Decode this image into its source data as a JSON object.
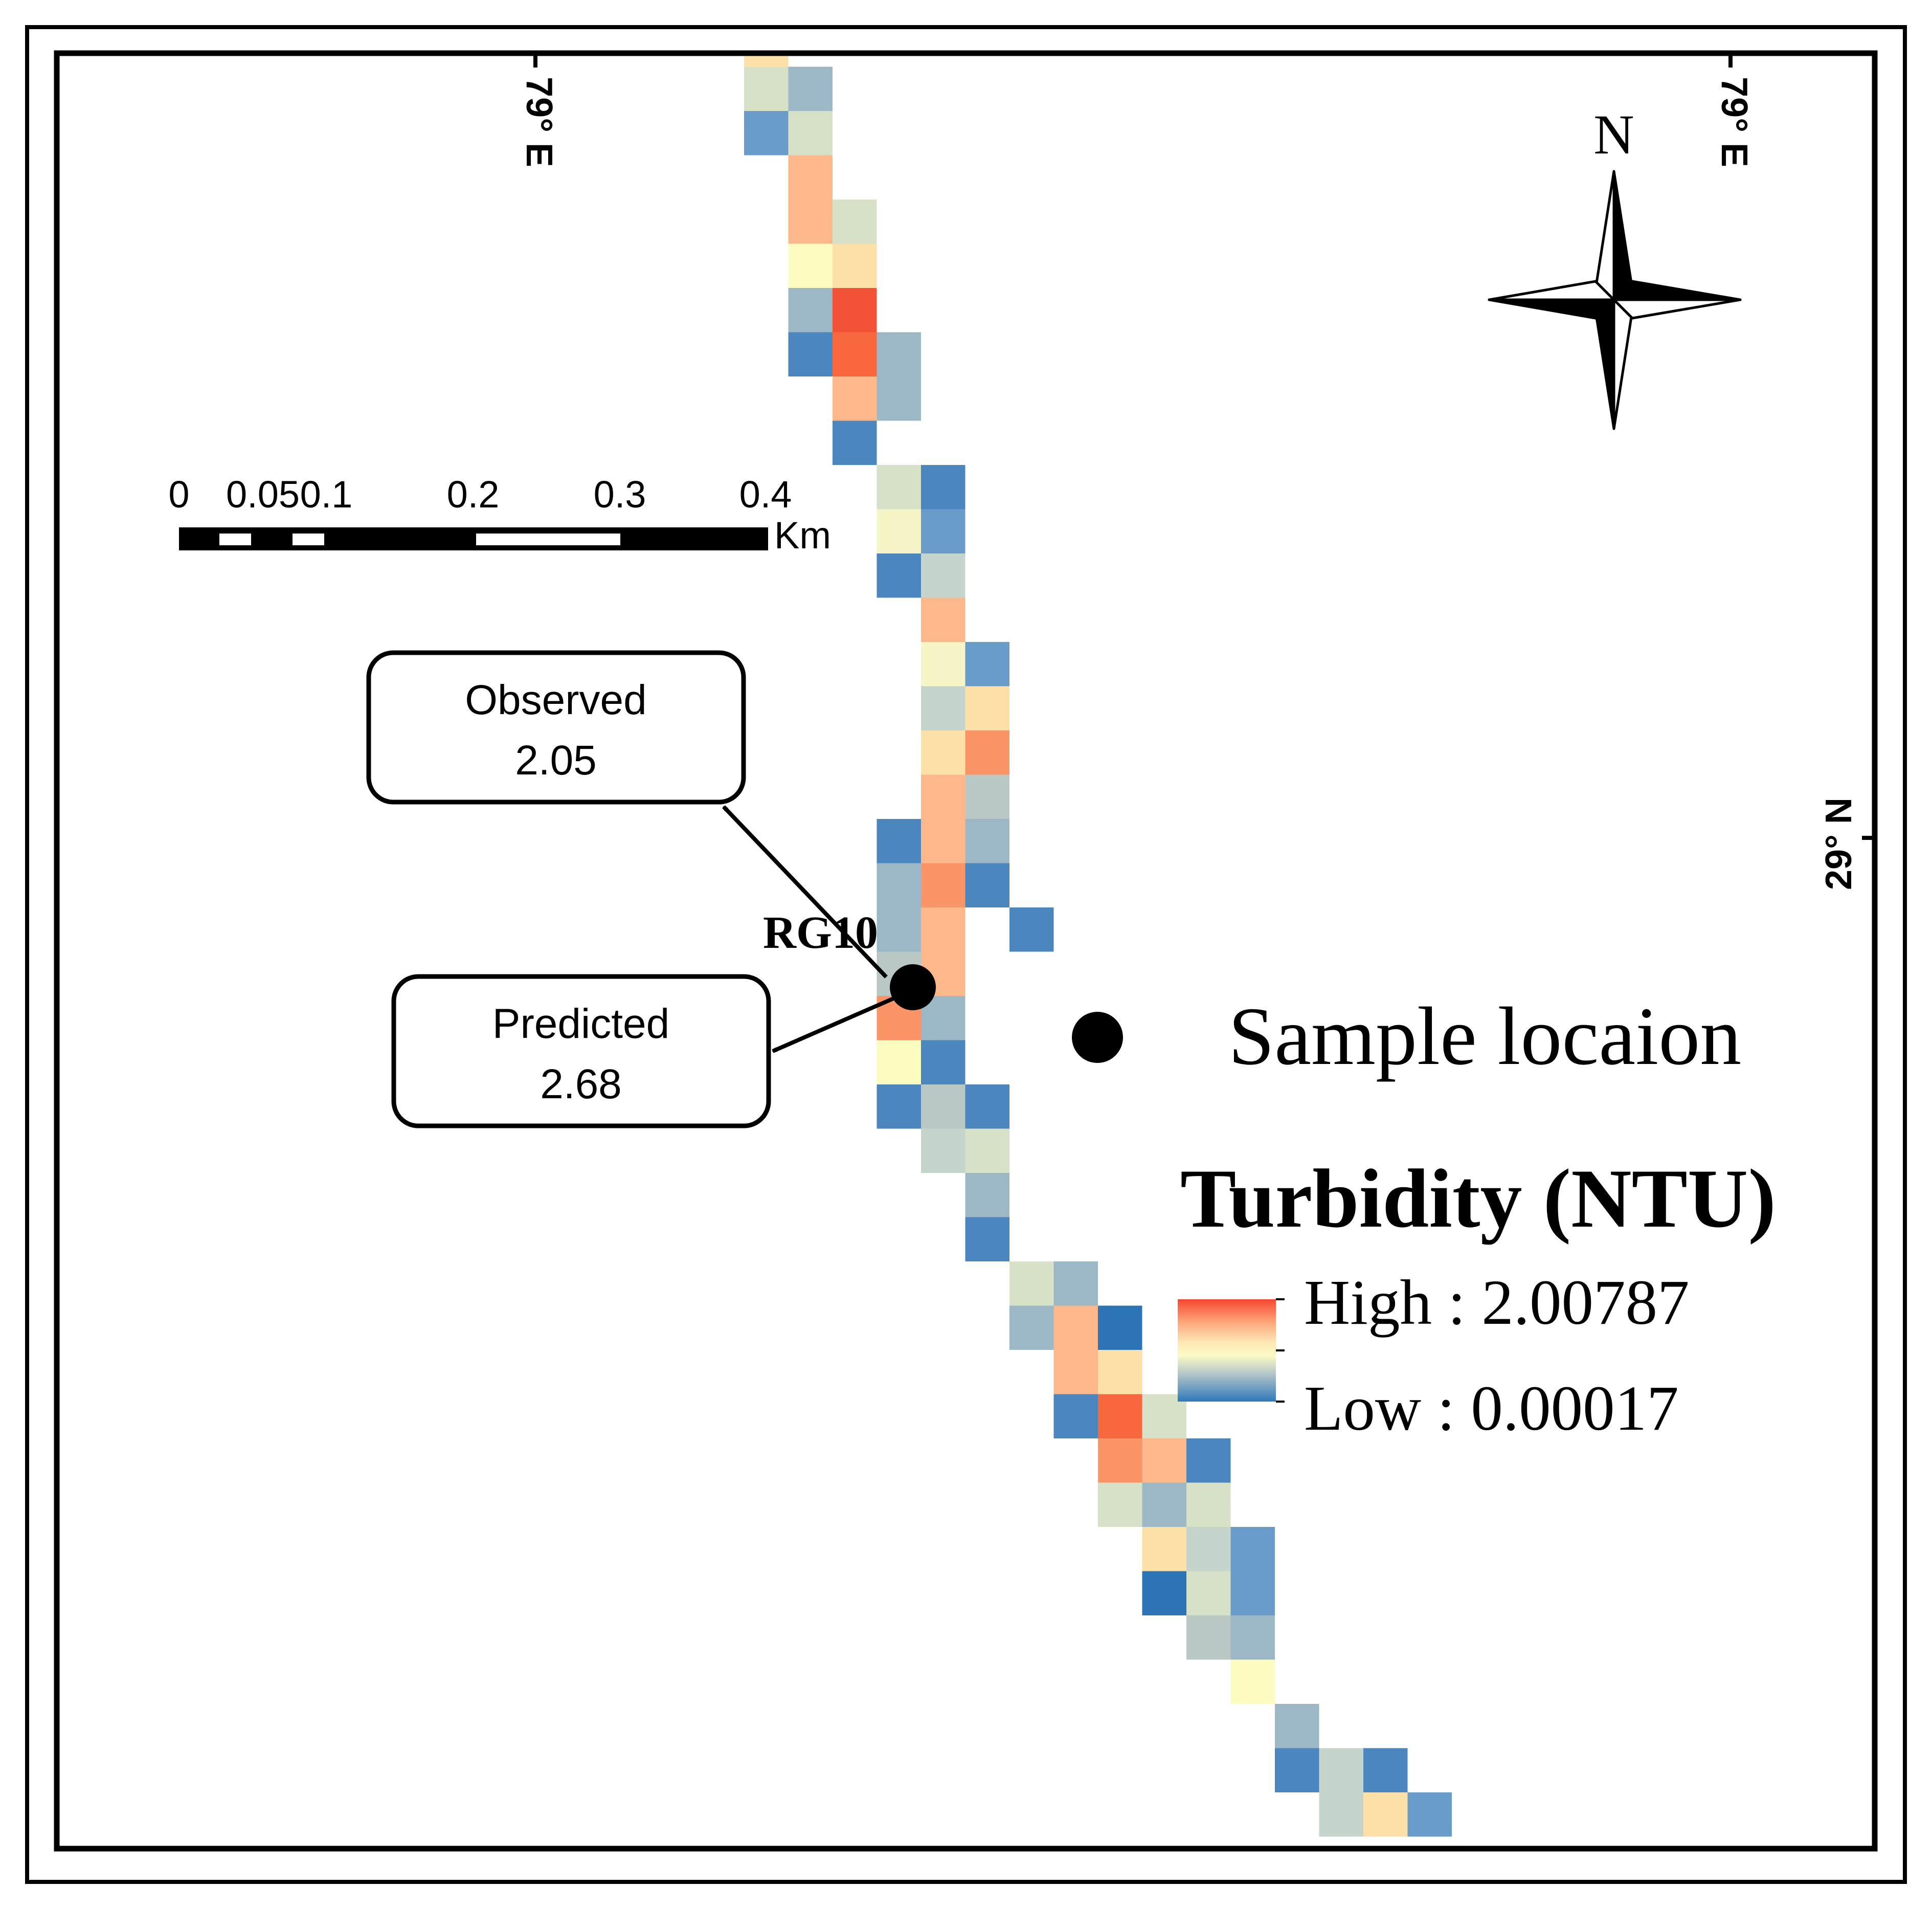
{
  "map": {
    "graticule": {
      "top_left_label": "79° E",
      "top_right_label": "79° E",
      "right_label": "29° N"
    },
    "north_arrow": {
      "label": "N",
      "icon": "compass-rose-icon"
    },
    "scale_bar": {
      "ticks": [
        "0",
        "0.05",
        "0.1",
        "0.2",
        "0.3",
        "0.4"
      ],
      "unit": "Km"
    },
    "callouts": {
      "observed": {
        "label": "Observed",
        "value": "2.05"
      },
      "predicted": {
        "label": "Predicted",
        "value": "2.68"
      }
    },
    "site": {
      "label": "RG10"
    },
    "legend": {
      "sample_label": "Sample locaion",
      "title": "Turbidity (NTU)",
      "high": "High : 2.00787",
      "low": "Low : 0.00017",
      "colors": [
        "#f5462e",
        "#fca579",
        "#fde7b4",
        "#fbfbc5",
        "#b8c8c8",
        "#2f79b9"
      ]
    },
    "raster": {
      "grid_columns": 16,
      "grid_rows": 40,
      "palette": {
        "p": "#f5f5c8",
        "l": "#d7e1c8",
        "k": "#c5d5cb",
        "c": "#bac8c5",
        "g": "#9cb7c6",
        "b": "#6a9cc9",
        "B": "#4c86bf",
        "D": "#2c74b5",
        "y": "#fcfcc0",
        "f": "#fde0a8",
        "o": "#fcb88a",
        "O": "#fb9568",
        "r": "#f7683f",
        "R": "#f25237"
      },
      "cells": [
        {
          "row": 0,
          "col": 0,
          "v": "f"
        },
        {
          "row": 1,
          "col": 0,
          "v": "l"
        },
        {
          "row": 1,
          "col": 1,
          "v": "g"
        },
        {
          "row": 2,
          "col": 0,
          "v": "b"
        },
        {
          "row": 2,
          "col": 1,
          "v": "l"
        },
        {
          "row": 3,
          "col": 1,
          "v": "o"
        },
        {
          "row": 4,
          "col": 1,
          "v": "o"
        },
        {
          "row": 4,
          "col": 2,
          "v": "l"
        },
        {
          "row": 5,
          "col": 1,
          "v": "y"
        },
        {
          "row": 5,
          "col": 2,
          "v": "f"
        },
        {
          "row": 6,
          "col": 1,
          "v": "g"
        },
        {
          "row": 6,
          "col": 2,
          "v": "R"
        },
        {
          "row": 7,
          "col": 1,
          "v": "B"
        },
        {
          "row": 7,
          "col": 2,
          "v": "r"
        },
        {
          "row": 7,
          "col": 3,
          "v": "g"
        },
        {
          "row": 8,
          "col": 2,
          "v": "o"
        },
        {
          "row": 8,
          "col": 3,
          "v": "g"
        },
        {
          "row": 9,
          "col": 2,
          "v": "B"
        },
        {
          "row": 10,
          "col": 3,
          "v": "l"
        },
        {
          "row": 10,
          "col": 4,
          "v": "B"
        },
        {
          "row": 11,
          "col": 3,
          "v": "p"
        },
        {
          "row": 11,
          "col": 4,
          "v": "b"
        },
        {
          "row": 12,
          "col": 3,
          "v": "B"
        },
        {
          "row": 12,
          "col": 4,
          "v": "k"
        },
        {
          "row": 13,
          "col": 4,
          "v": "o"
        },
        {
          "row": 14,
          "col": 4,
          "v": "p"
        },
        {
          "row": 14,
          "col": 5,
          "v": "b"
        },
        {
          "row": 15,
          "col": 4,
          "v": "k"
        },
        {
          "row": 15,
          "col": 5,
          "v": "f"
        },
        {
          "row": 16,
          "col": 4,
          "v": "f"
        },
        {
          "row": 16,
          "col": 5,
          "v": "O"
        },
        {
          "row": 17,
          "col": 4,
          "v": "o"
        },
        {
          "row": 17,
          "col": 5,
          "v": "c"
        },
        {
          "row": 18,
          "col": 3,
          "v": "B"
        },
        {
          "row": 18,
          "col": 4,
          "v": "o"
        },
        {
          "row": 18,
          "col": 5,
          "v": "g"
        },
        {
          "row": 19,
          "col": 3,
          "v": "g"
        },
        {
          "row": 19,
          "col": 4,
          "v": "O"
        },
        {
          "row": 19,
          "col": 5,
          "v": "B"
        },
        {
          "row": 20,
          "col": 3,
          "v": "g"
        },
        {
          "row": 20,
          "col": 4,
          "v": "o"
        },
        {
          "row": 20,
          "col": 6,
          "v": "B"
        },
        {
          "row": 21,
          "col": 3,
          "v": "c"
        },
        {
          "row": 21,
          "col": 4,
          "v": "o"
        },
        {
          "row": 22,
          "col": 3,
          "v": "O"
        },
        {
          "row": 22,
          "col": 4,
          "v": "g"
        },
        {
          "row": 23,
          "col": 3,
          "v": "y"
        },
        {
          "row": 23,
          "col": 4,
          "v": "B"
        },
        {
          "row": 24,
          "col": 3,
          "v": "B"
        },
        {
          "row": 24,
          "col": 4,
          "v": "c"
        },
        {
          "row": 24,
          "col": 5,
          "v": "B"
        },
        {
          "row": 25,
          "col": 4,
          "v": "k"
        },
        {
          "row": 25,
          "col": 5,
          "v": "l"
        },
        {
          "row": 26,
          "col": 5,
          "v": "g"
        },
        {
          "row": 27,
          "col": 5,
          "v": "B"
        },
        {
          "row": 28,
          "col": 6,
          "v": "l"
        },
        {
          "row": 28,
          "col": 7,
          "v": "g"
        },
        {
          "row": 29,
          "col": 6,
          "v": "g"
        },
        {
          "row": 29,
          "col": 7,
          "v": "o"
        },
        {
          "row": 29,
          "col": 8,
          "v": "D"
        },
        {
          "row": 30,
          "col": 7,
          "v": "o"
        },
        {
          "row": 30,
          "col": 8,
          "v": "f"
        },
        {
          "row": 31,
          "col": 7,
          "v": "B"
        },
        {
          "row": 31,
          "col": 8,
          "v": "r"
        },
        {
          "row": 31,
          "col": 9,
          "v": "l"
        },
        {
          "row": 32,
          "col": 8,
          "v": "O"
        },
        {
          "row": 32,
          "col": 9,
          "v": "o"
        },
        {
          "row": 32,
          "col": 10,
          "v": "B"
        },
        {
          "row": 33,
          "col": 8,
          "v": "l"
        },
        {
          "row": 33,
          "col": 9,
          "v": "g"
        },
        {
          "row": 33,
          "col": 10,
          "v": "l"
        },
        {
          "row": 34,
          "col": 9,
          "v": "f"
        },
        {
          "row": 34,
          "col": 10,
          "v": "k"
        },
        {
          "row": 34,
          "col": 11,
          "v": "b"
        },
        {
          "row": 35,
          "col": 9,
          "v": "D"
        },
        {
          "row": 35,
          "col": 10,
          "v": "l"
        },
        {
          "row": 35,
          "col": 11,
          "v": "b"
        },
        {
          "row": 36,
          "col": 10,
          "v": "c"
        },
        {
          "row": 36,
          "col": 11,
          "v": "g"
        },
        {
          "row": 37,
          "col": 11,
          "v": "y"
        },
        {
          "row": 38,
          "col": 12,
          "v": "g"
        },
        {
          "row": 39,
          "col": 12,
          "v": "B"
        },
        {
          "row": 39,
          "col": 13,
          "v": "k"
        },
        {
          "row": 39,
          "col": 14,
          "v": "B"
        },
        {
          "row": 40,
          "col": 13,
          "v": "k"
        },
        {
          "row": 40,
          "col": 14,
          "v": "f"
        },
        {
          "row": 40,
          "col": 15,
          "v": "b"
        }
      ]
    }
  }
}
